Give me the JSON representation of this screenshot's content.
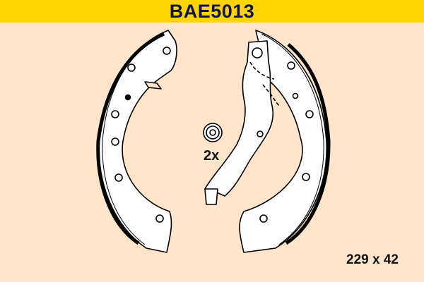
{
  "header": {
    "part_number": "BAE5013",
    "bar_color": "#FFD400",
    "text_color": "#121545"
  },
  "background_color": "#FFE5CC",
  "drawing": {
    "subject": "brake shoe set",
    "components": [
      "left-brake-shoe",
      "right-brake-shoe-with-lever",
      "hold-down-spring-cup"
    ],
    "hardware_quantity_label": "2x"
  },
  "dimensions_label": "229 x 42"
}
